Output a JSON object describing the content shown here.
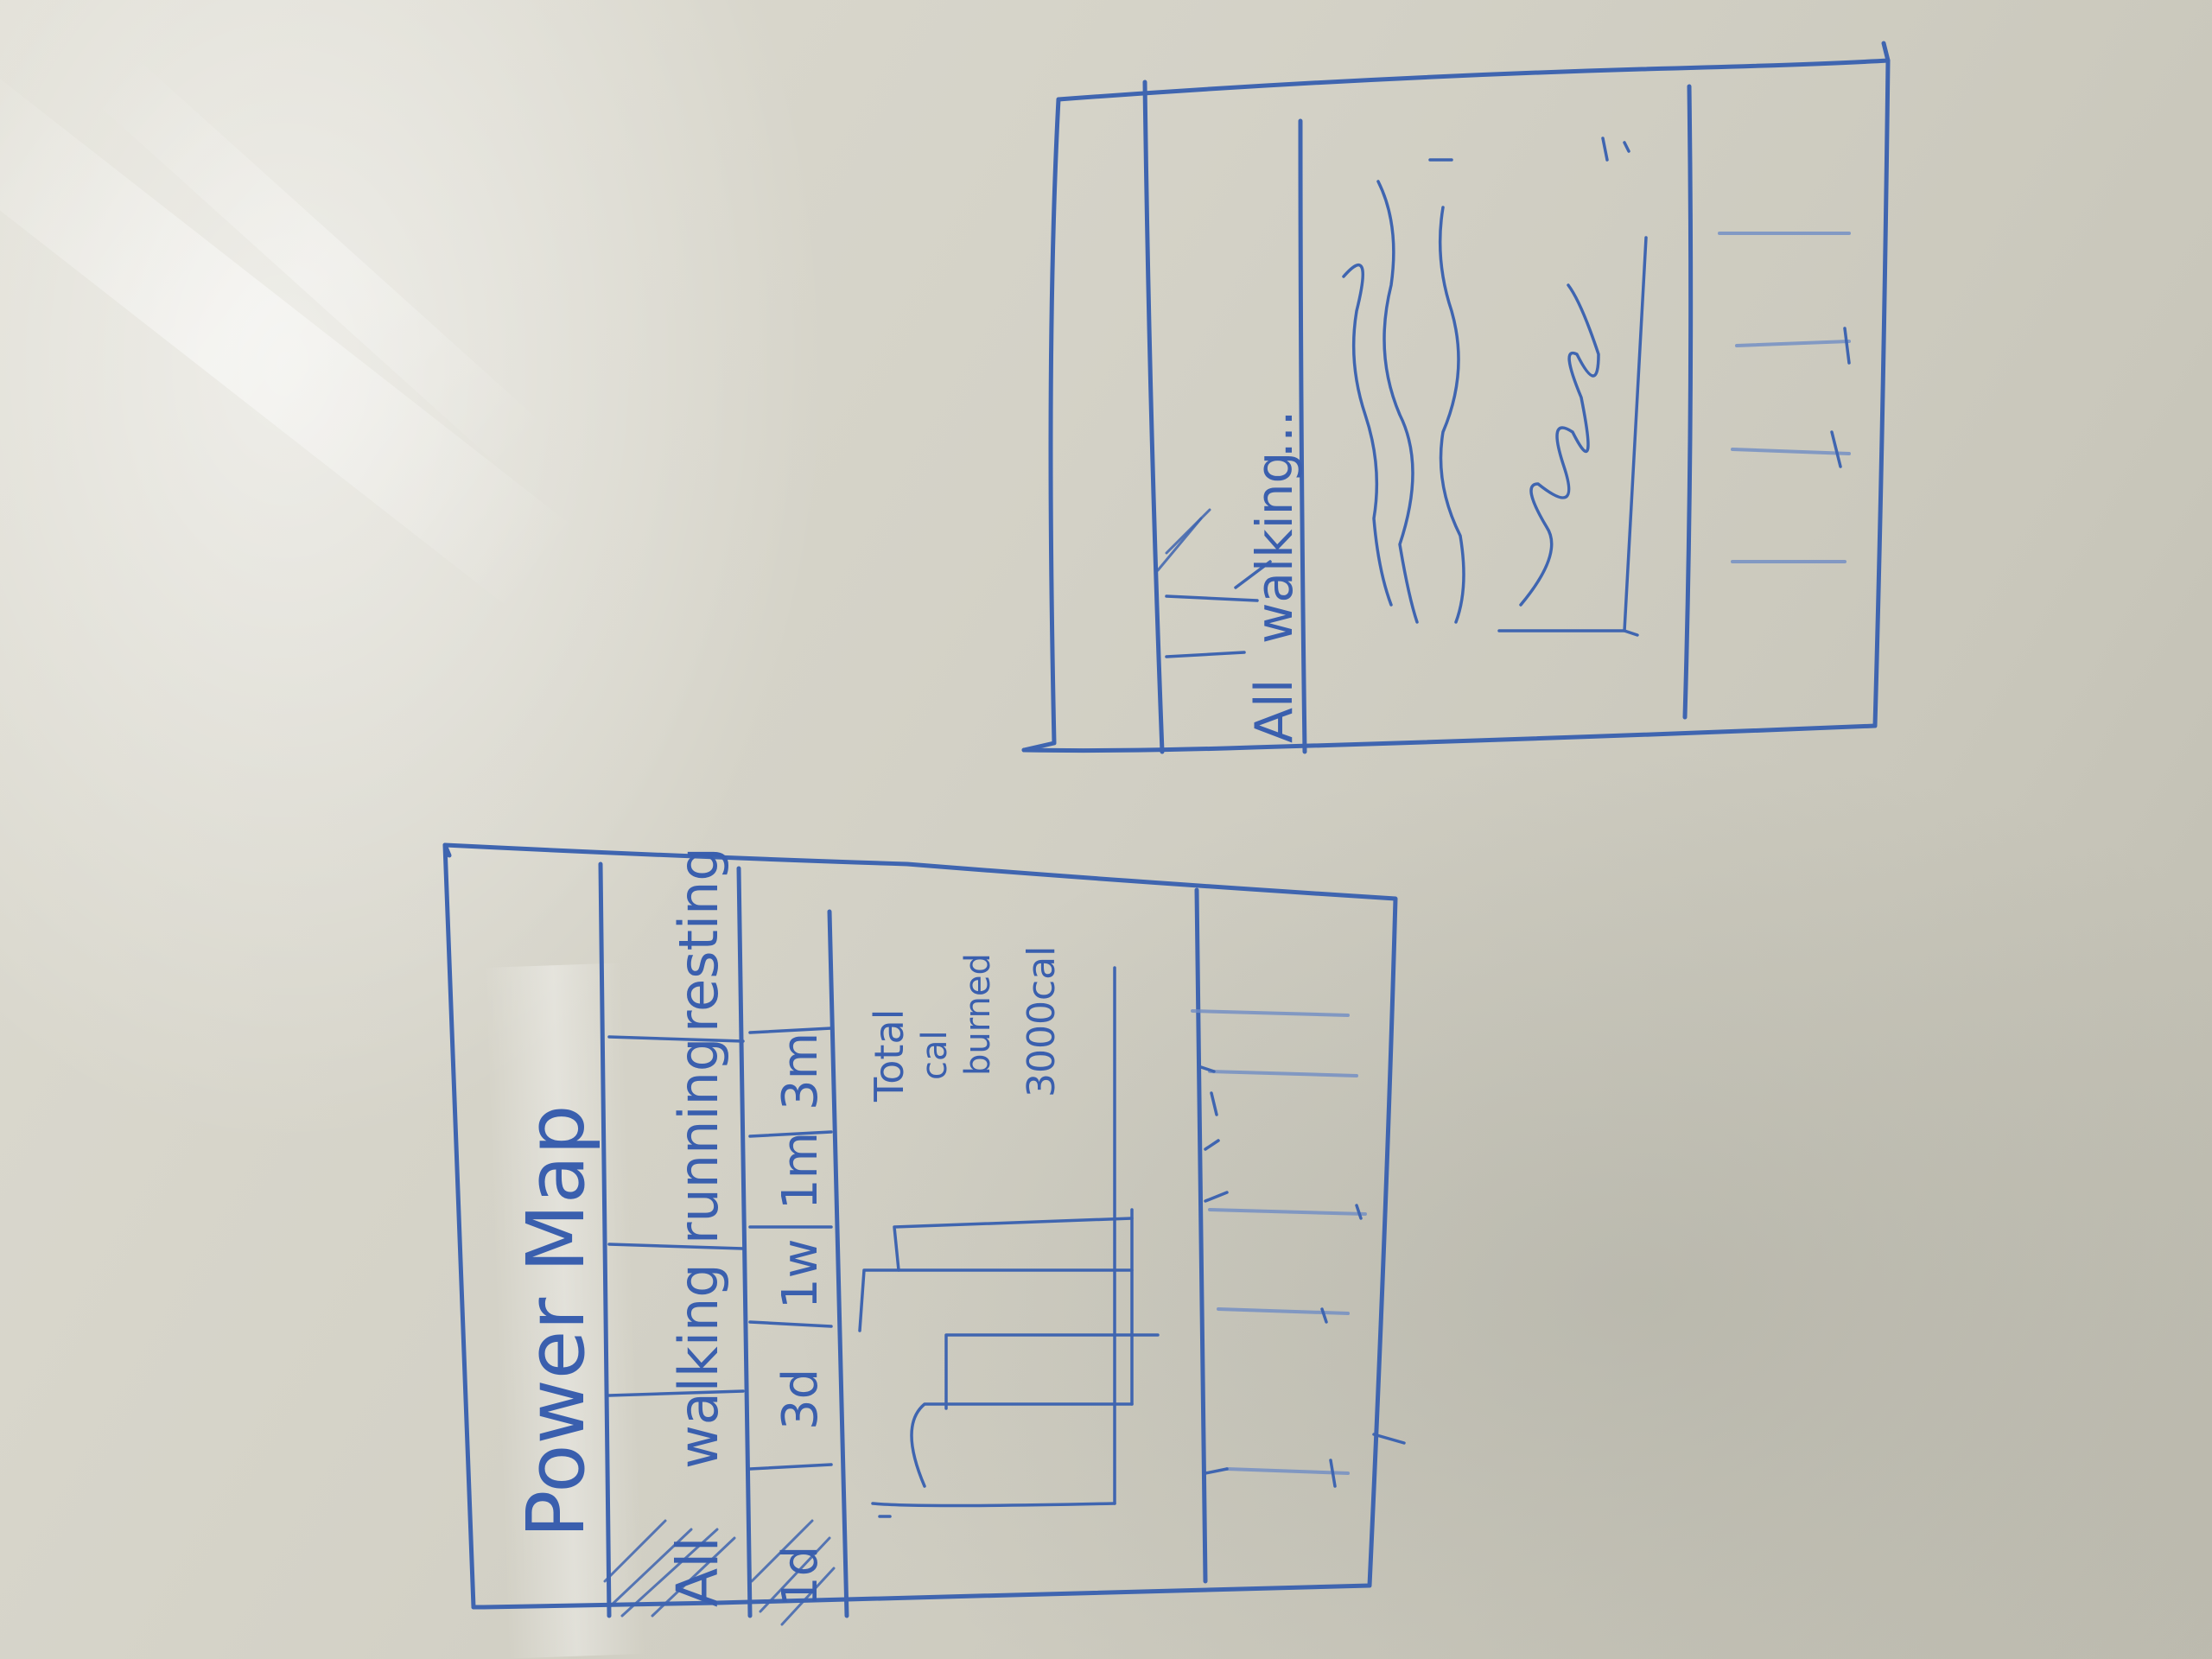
{
  "sketch_left": {
    "title": "Power Map",
    "activity_tabs": [
      "All",
      "walking",
      "running",
      "resting"
    ],
    "time_tabs": [
      "1d",
      "3d",
      "1w",
      "1m",
      "3m"
    ],
    "summary": [
      "Total",
      "cal",
      "burned",
      "3000cal"
    ]
  },
  "sketch_right": {
    "activity_tabs": [
      "All",
      "walking",
      "..."
    ]
  },
  "colors": {
    "ink": "#3f65b0",
    "board": "#d4d2c7"
  }
}
